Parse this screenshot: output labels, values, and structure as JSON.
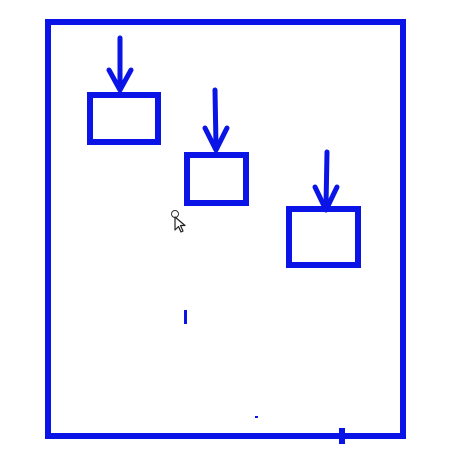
{
  "canvas": {
    "background_color": "#ffffff",
    "stroke_color": "#0a14e6"
  },
  "shapes": {
    "frame": "rectangle",
    "boxes": [
      "rectangle",
      "rectangle",
      "rectangle"
    ],
    "arrows": [
      "down-arrow",
      "down-arrow",
      "down-arrow"
    ]
  },
  "cursor": {
    "icon": "mouse-pointer-icon"
  }
}
